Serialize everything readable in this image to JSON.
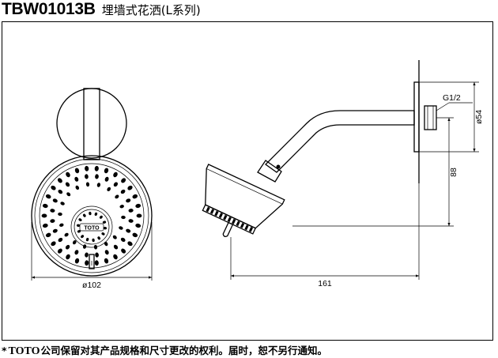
{
  "title": {
    "model_code": "TBW01013B",
    "product_name": "埋墙式花洒(L系列)"
  },
  "front_view": {
    "brand_label": "TOTO",
    "dimensions": {
      "diameter": "ø102"
    }
  },
  "side_view": {
    "dimensions": {
      "thread": "G1/2",
      "flange_diameter": "ø54",
      "height": "88",
      "projection": "161"
    }
  },
  "footer": {
    "star": "*",
    "brand": "TOTO",
    "text": "公司保留对其产品规格和尺寸更改的权利。届时，恕不另行通知。"
  }
}
